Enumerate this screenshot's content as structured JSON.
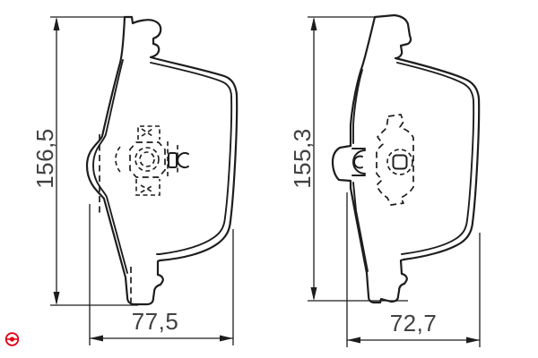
{
  "views": {
    "left": {
      "height_dimension": "156,5",
      "width_dimension": "77,5"
    },
    "right": {
      "height_dimension": "155,3",
      "width_dimension": "72,7"
    }
  },
  "colors": {
    "background": "#ffffff",
    "line": "#1d1d1d",
    "dimension_text": "#414141",
    "logo_red": "#e30016"
  },
  "icons": {
    "logo": "bosch-logo-icon"
  }
}
